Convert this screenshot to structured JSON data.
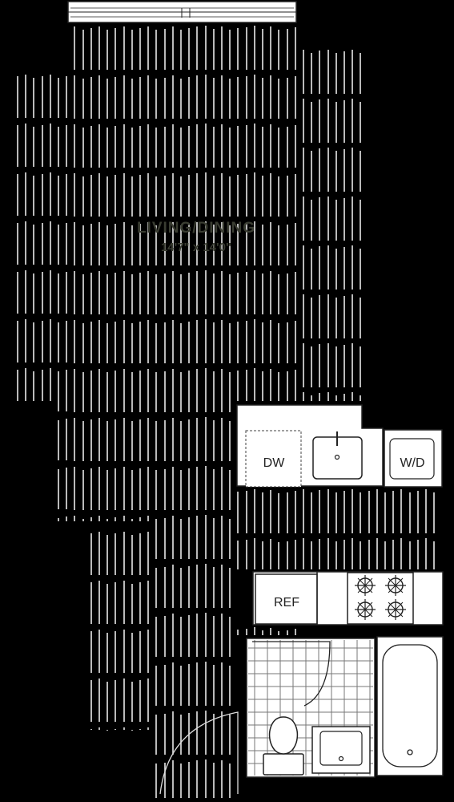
{
  "plan": {
    "living_room": {
      "name": "LIVING/DINING",
      "dimensions": "14'7\" x 14'0\""
    },
    "fixtures": {
      "dishwasher": "DW",
      "washer_dryer": "W/D",
      "refrigerator": "REF"
    }
  }
}
